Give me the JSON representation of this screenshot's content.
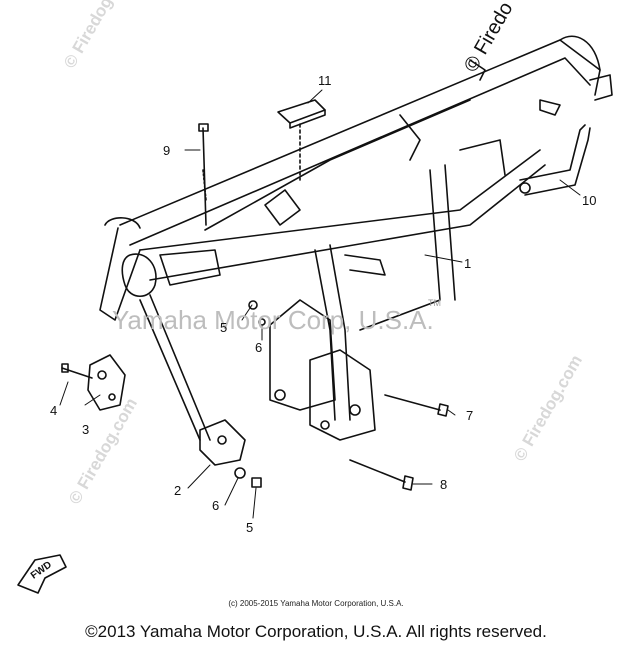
{
  "callouts": {
    "c1": "1",
    "c2": "2",
    "c3": "3",
    "c4": "4",
    "c5a": "5",
    "c5b": "5",
    "c6a": "6",
    "c6b": "6",
    "c7": "7",
    "c8": "8",
    "c9": "9",
    "c10": "10",
    "c11": "11"
  },
  "fwd_label": "FWD",
  "watermarks": {
    "center": "Yamaha Motor Corp, U.S.A.",
    "tm": "TM",
    "firedog": "© Firedog.com",
    "corner": "© Firedo"
  },
  "copyright_small": "(c) 2005-2015 Yamaha Motor Corporation, U.S.A.",
  "copyright_large": "©2013 Yamaha Motor Corporation, U.S.A. All rights reserved."
}
